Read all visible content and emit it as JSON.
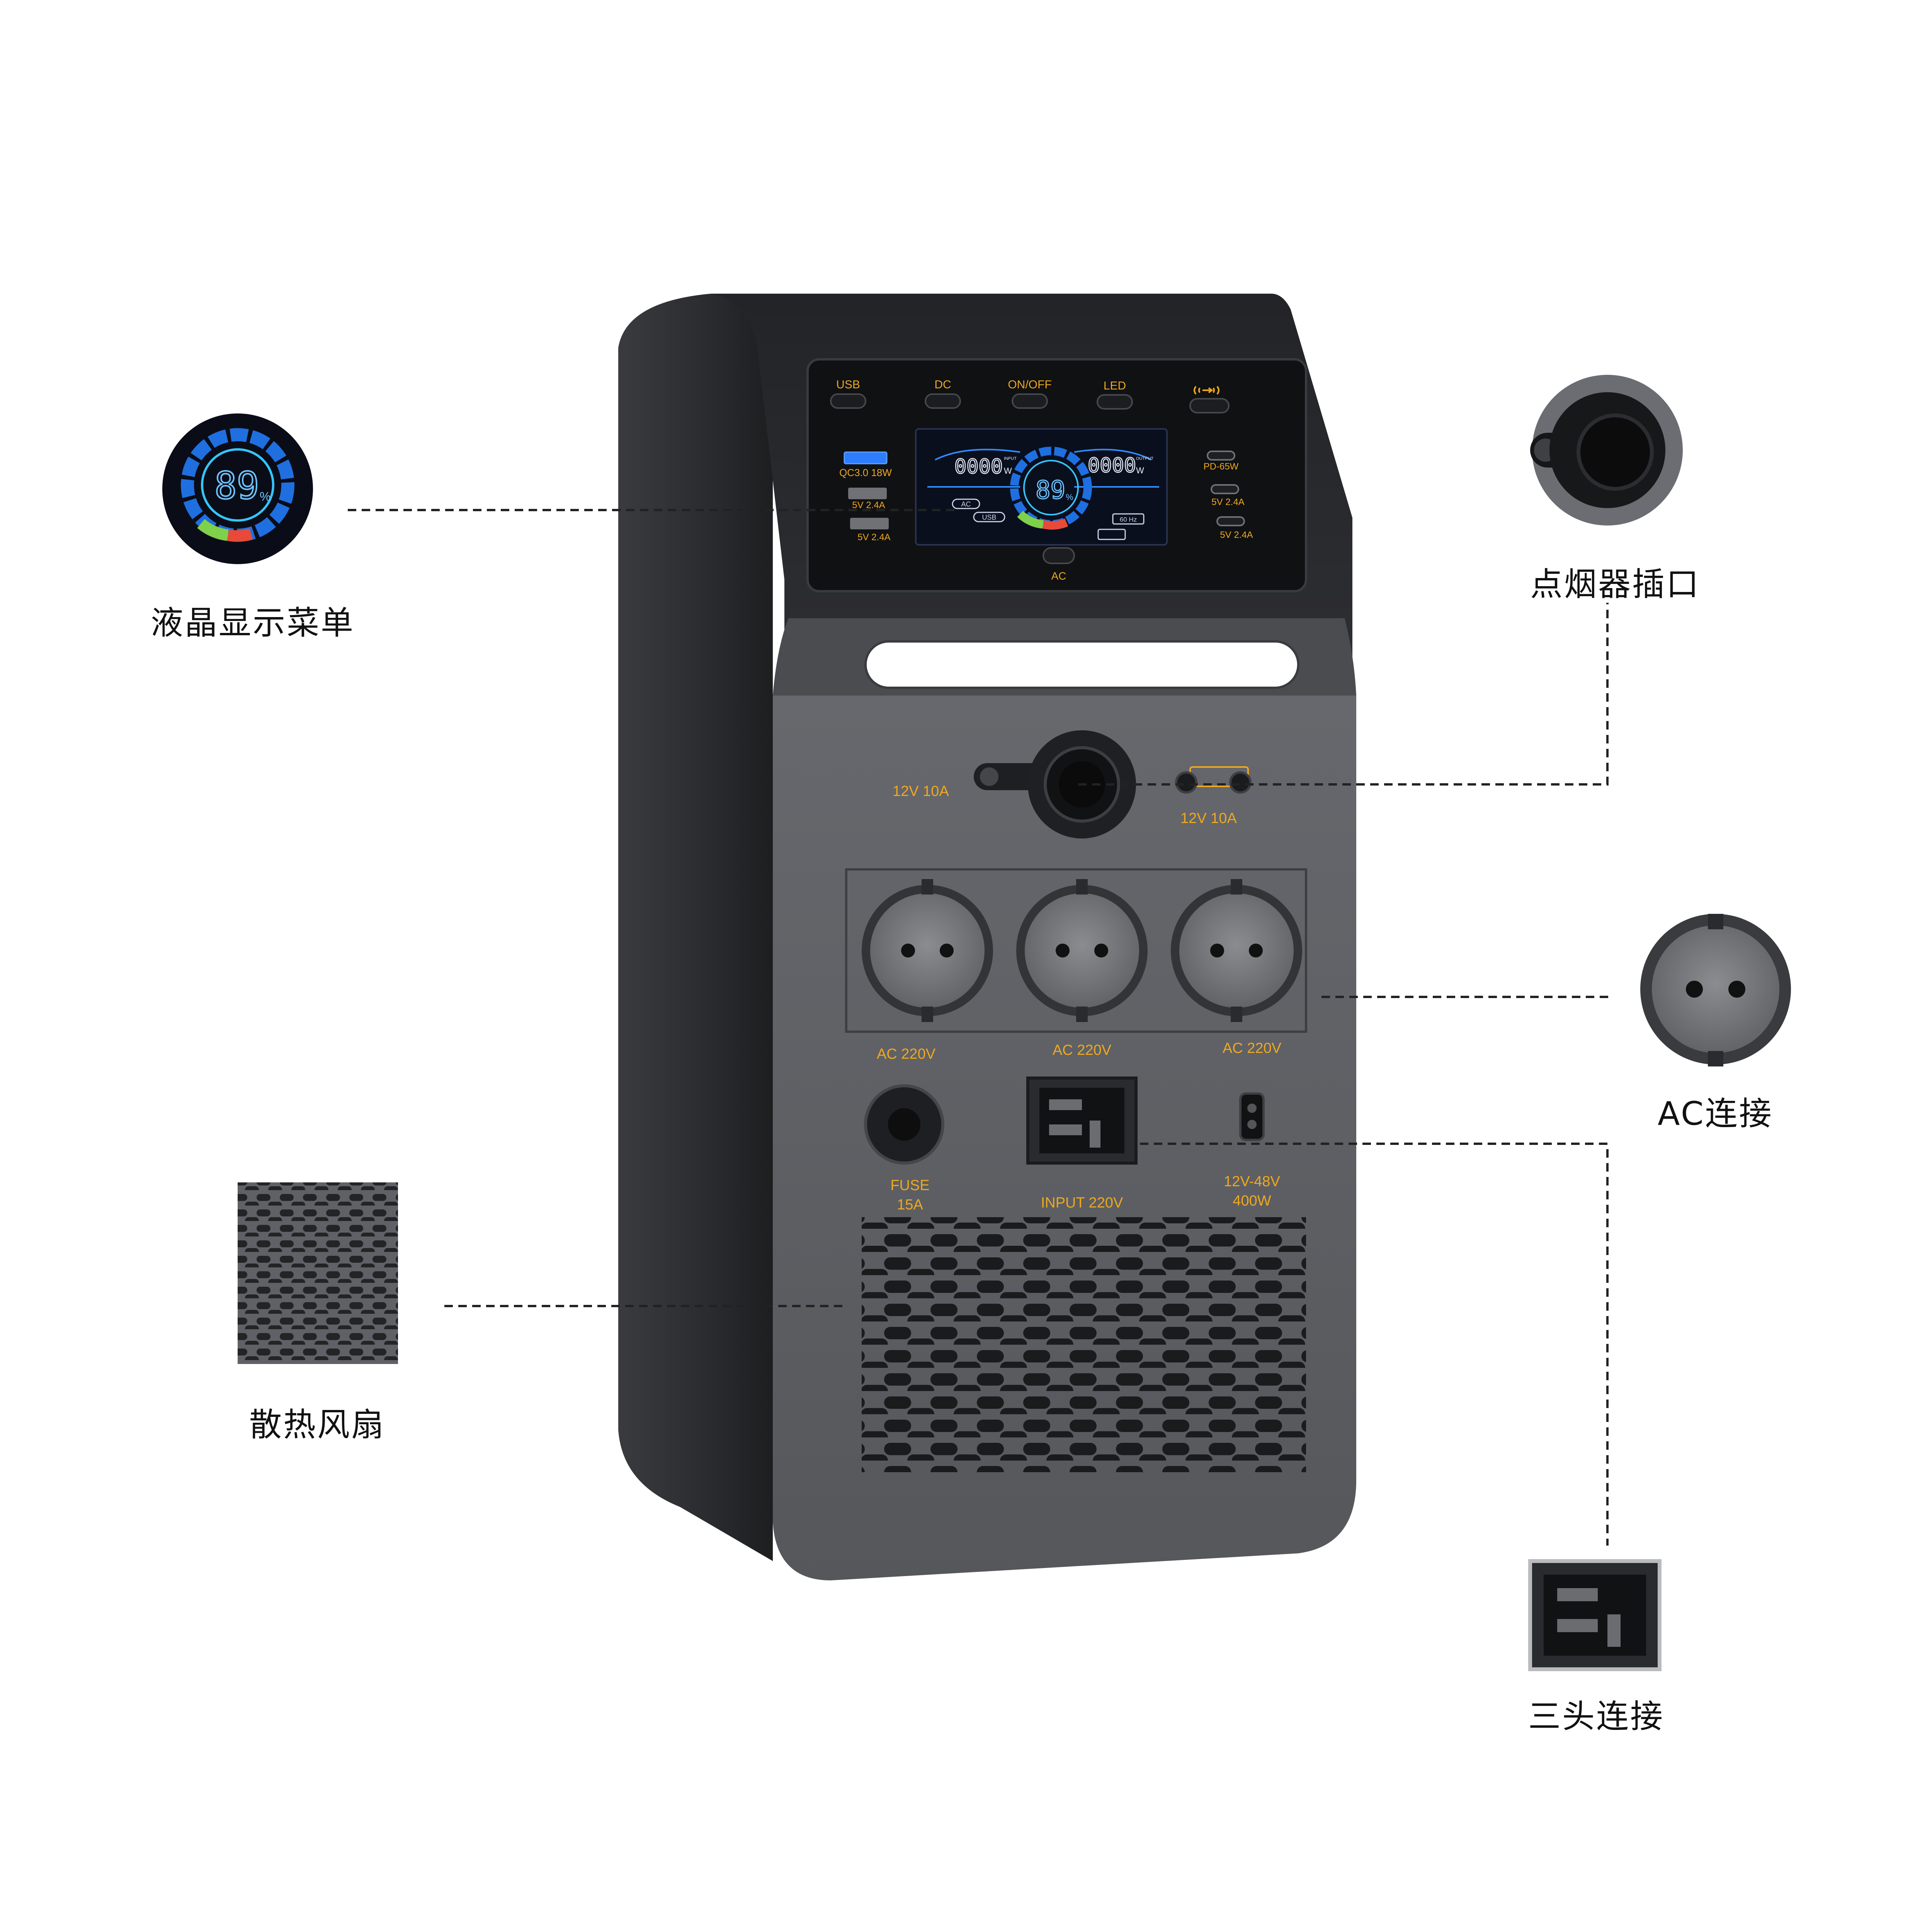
{
  "callouts": {
    "lcd": "液晶显示菜单",
    "cigarette": "点烟器插口",
    "ac": "AC连接",
    "fan": "散热风扇",
    "three_pin": "三头连接"
  },
  "panel": {
    "buttons": [
      "USB",
      "DC",
      "ON/OFF",
      "LED"
    ],
    "button_wireless_icon": "wireless-charge-icon",
    "left_ports": [
      "QC3.0  18W",
      "5V  2.4A",
      "5V  2.4A"
    ],
    "right_ports": [
      "PD-65W",
      "5V  2.4A",
      "5V  2.4A"
    ],
    "ac_button": "AC"
  },
  "lcd": {
    "input_value": "0000",
    "input_unit": "W",
    "input_tag": "INPUT",
    "output_value": "0000",
    "output_unit": "W",
    "output_tag": "OUTPUT",
    "battery_percent": "89",
    "percent_sign": "%",
    "tag_ac": "AC",
    "tag_usb": "USB",
    "tag_hz": "60 Hz"
  },
  "front": {
    "dc_left": "12V   10A",
    "dc_right": "12V   10A",
    "ac_labels": [
      "AC  220V",
      "AC  220V",
      "AC  220V"
    ],
    "fuse": "FUSE",
    "fuse_rating": "15A",
    "input": "INPUT 220V",
    "dc_in": "12V-48V",
    "dc_in_power": "400W"
  },
  "colors": {
    "accent_orange": "#f0a81e",
    "lcd_blue": "#2f8cff",
    "body_dark": "#2a2b2e",
    "front_grey": "#5b5d62"
  }
}
